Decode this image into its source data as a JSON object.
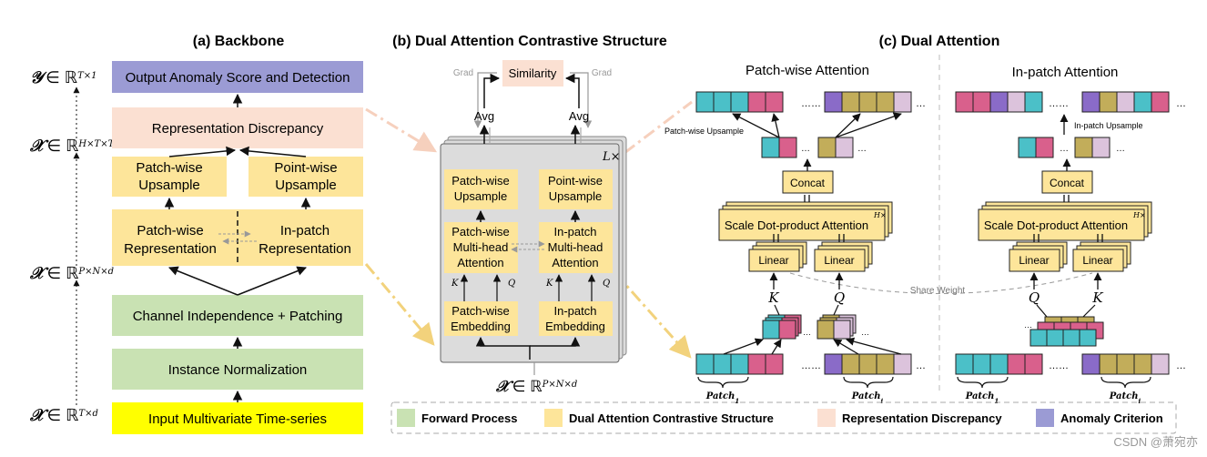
{
  "backbone": {
    "title": "(a) Backbone",
    "output": "Output Anomaly Score and Detection",
    "discrepancy": "Representation Discrepancy",
    "patch_upsample": [
      "Patch-wise",
      "Upsample"
    ],
    "point_upsample": [
      "Point-wise",
      "Upsample"
    ],
    "patch_repr": [
      "Patch-wise",
      "Representation"
    ],
    "inpatch_repr": [
      "In-patch",
      "Representation"
    ],
    "channel": "Channel Independence + Patching",
    "norm": "Instance Normalization",
    "input": "Input Multivariate Time-series",
    "dims": {
      "y_sym": "𝒴",
      "y_sup": "T×1",
      "x1_sym": "𝒳",
      "x1_sup": "H×T×T",
      "x2_sym": "𝒳",
      "x2_sup": "P×N×d",
      "x3_sym": "𝒳",
      "x3_sup": "T×d",
      "in": "∈ ℝ"
    }
  },
  "dacs": {
    "title": "(b) Dual Attention Contrastive Structure",
    "similarity": "Similarity",
    "grad": "Grad",
    "avg": "Avg",
    "layers": "L×",
    "patch_upsample": [
      "Patch-wise",
      "Upsample"
    ],
    "point_upsample": [
      "Point-wise",
      "Upsample"
    ],
    "patch_attn": [
      "Patch-wise",
      "Multi-head",
      "Attention"
    ],
    "inpatch_attn": [
      "In-patch",
      "Multi-head",
      "Attention"
    ],
    "patch_embed": [
      "Patch-wise",
      "Embedding"
    ],
    "inpatch_embed": [
      "In-patch",
      "Embedding"
    ],
    "k": "K",
    "q": "Q",
    "input_sym": "𝒳",
    "input_in": "∈ ℝ",
    "input_sup": "P×N×d"
  },
  "dual": {
    "title": "(c) Dual Attention",
    "patch_title": "Patch-wise Attention",
    "inpatch_title": "In-patch Attention",
    "patch_upsample_label": "Patch-wise Upsample",
    "inpatch_upsample_label": "In-patch Upsample",
    "concat": "Concat",
    "sdpa": "Scale Dot-product Attention",
    "heads": "H×",
    "linear": "Linear",
    "share": "Share Weight",
    "k": "K",
    "q": "Q",
    "dots": "……",
    "ellipsis": "…",
    "patch1": "Patch",
    "patch1_sub": "1",
    "patchi": "Patch",
    "patchi_sub": "i"
  },
  "legend": [
    {
      "label": "Forward Process",
      "color": "#c9e2b3"
    },
    {
      "label": "Dual Attention Contrastive Structure",
      "color": "#fde59a"
    },
    {
      "label": "Representation Discrepancy",
      "color": "#fbe0d2"
    },
    {
      "label": "Anomaly Criterion",
      "color": "#9b9bd4"
    }
  ],
  "colors": {
    "teal": "#4bc0c8",
    "pink": "#d9608c",
    "purple": "#8a6bc8",
    "olive": "#c2ad5a",
    "lilac": "#dcc3dc",
    "yellow_box": "#fde59a",
    "green_box": "#c9e2b3",
    "peach_box": "#fbe0d2",
    "violet_box": "#9b9bd4",
    "input_box": "#ffff00"
  },
  "watermark": "CSDN @萧宛亦"
}
